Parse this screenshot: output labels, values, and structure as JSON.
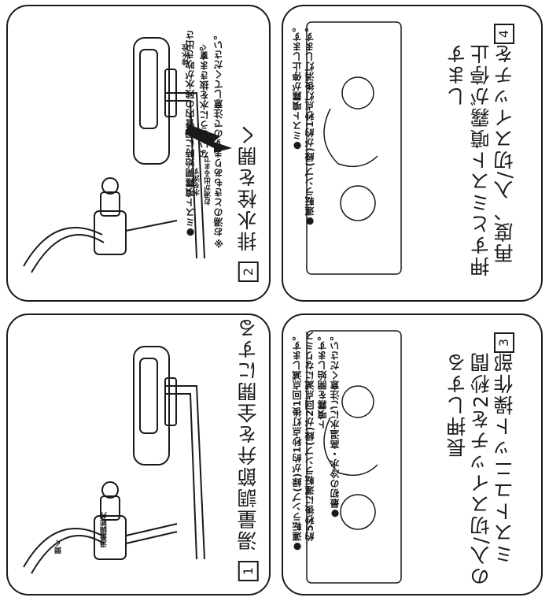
{
  "steps": [
    {
      "num": "1",
      "title": "湯量調節弁を全開にする",
      "labels": {
        "valve": "湯量調節弁",
        "open": "開く"
      },
      "notes": []
    },
    {
      "num": "2",
      "title": "排水栓を開く",
      "labels": {
        "drain": "排水栓",
        "open": "開く",
        "flow1": "お湯が出るまで",
        "flow2": "水を流す"
      },
      "notes": [
        "●ミスト噴霧開始時に配管内の残水が吹き出さ",
        "ないように水を抜きます。",
        "※お湯のときもありますので注意してください。"
      ]
    },
    {
      "num": "3",
      "title_lines": [
        "ミストユニット操作部",
        "の入/切スイッチを2秒間",
        "長押しする"
      ],
      "notes": [
        "●運転ランプ(緑)が約1秒点灯後1回点滅します。",
        "約5秒後に運転ランプ(緑)が2回点滅になりミス",
        "ト噴霧を開始します。",
        "●最初の冷水・高温水にご注意ください。"
      ]
    },
    {
      "num": "4",
      "title_lines": [
        "再度、入/切スイッチを",
        "押すとミスト噴霧が停止",
        "します"
      ],
      "notes": [
        "●ミスト噴霧が停止します。",
        "●運転ランプ(緑)が約1秒点灯後消灯します。"
      ]
    }
  ]
}
